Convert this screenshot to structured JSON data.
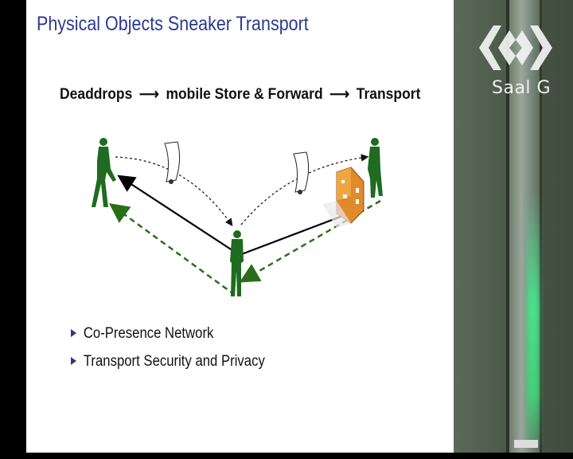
{
  "slide": {
    "title": "Physical Objects Sneaker Transport",
    "headline": {
      "part1": "Deaddrops",
      "arrow1": "⟶",
      "part2": "mobile Store & Forward",
      "arrow2": "⟶",
      "part3": "Transport"
    },
    "bullets": [
      "Co-Presence Network",
      "Transport Security and Privacy"
    ]
  },
  "venue": {
    "label": "Saal G"
  },
  "colors": {
    "title": "#2b3a8c",
    "figure": "#1f6b1f",
    "dashed": "#2b6e1a",
    "building": "#e08a2a"
  },
  "icons": [
    "walking-person-icon",
    "standing-person-icon",
    "paper-note-icon",
    "building-icon",
    "venue-logo-icon"
  ]
}
